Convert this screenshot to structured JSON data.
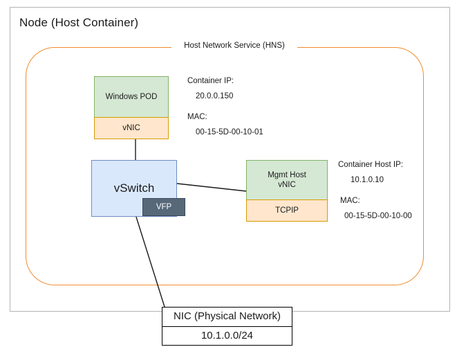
{
  "diagram": {
    "title": "Node (Host Container)",
    "hns_label": "Host Network Service (HNS)"
  },
  "boxes": {
    "pod": "Windows POD",
    "pod_vnic": "vNIC",
    "vswitch": "vSwitch",
    "vfp": "VFP",
    "mgmt_host_vnic": "Mgmt Host\nvNIC",
    "mgmt_host_vnic_line1": "Mgmt Host",
    "mgmt_host_vnic_line2": "vNIC",
    "tcpip": "TCPIP",
    "nic_title": "NIC (Physical Network)",
    "nic_subnet": "10.1.0.0/24"
  },
  "annotations": {
    "container_ip_label": "Container IP:",
    "container_ip_value": "20.0.0.150",
    "container_mac_label": "MAC:",
    "container_mac_value": "00-15-5D-00-10-01",
    "host_ip_label": "Container Host IP:",
    "host_ip_value": "10.1.0.10",
    "host_mac_label": "MAC:",
    "host_mac_value": "00-15-5D-00-10-00"
  },
  "colors": {
    "hns_border": "#f08c2e",
    "node_border": "#b3b3b3",
    "green_fill": "#d5e8d4",
    "green_border": "#82b366",
    "orange_fill": "#ffe6cc",
    "orange_border": "#d79b00",
    "blue_fill": "#dae8fc",
    "blue_border": "#6c8ebf",
    "slate_fill": "#576879",
    "wire": "#1a1a1a",
    "text": "#1a1a1a"
  }
}
